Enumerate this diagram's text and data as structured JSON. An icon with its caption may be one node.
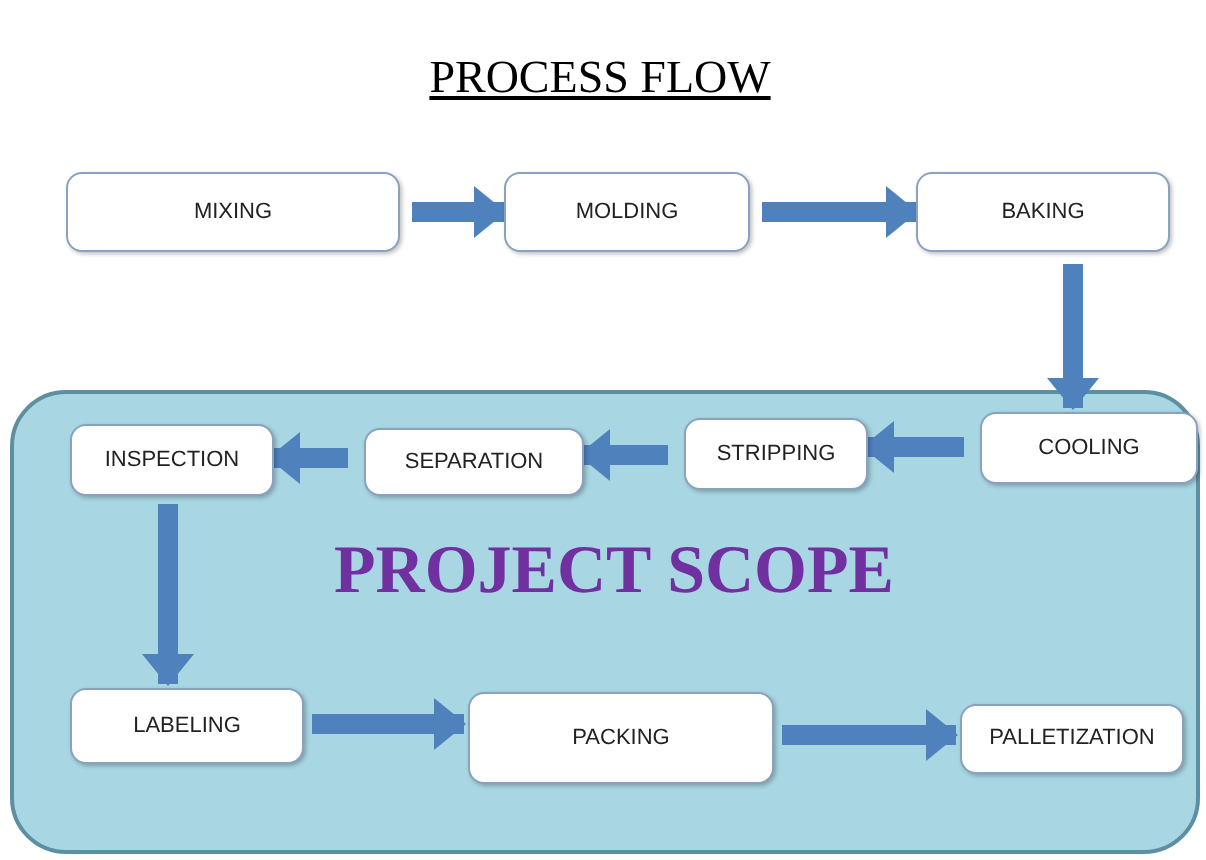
{
  "diagram": {
    "title": "PROCESS FLOW",
    "nodes": [
      {
        "text": [
          "MIXING"
        ]
      },
      {
        "text": [
          "MOLDING"
        ]
      },
      {
        "text": [
          "BAKING"
        ]
      },
      {
        "text": [
          "PROJECT SCOPE"
        ]
      },
      {
        "text": [
          "COOLING"
        ],
        "in": 3
      },
      {
        "text": [
          "STRIPPING"
        ],
        "in": 3
      },
      {
        "text": [
          "SEPARATION"
        ],
        "in": 3
      },
      {
        "text": [
          "INSPECTION"
        ],
        "in": 3
      },
      {
        "text": [
          "LABELING"
        ],
        "in": 3
      },
      {
        "text": [
          "PACKING"
        ],
        "in": 3
      },
      {
        "text": [
          "PALLETIZATION"
        ],
        "in": 3
      }
    ],
    "edges": [
      {
        "from": 0,
        "to": 1,
        "arrow": "to"
      },
      {
        "from": 1,
        "to": 2,
        "arrow": "to"
      },
      {
        "from": 2,
        "to": 4,
        "arrow": "to"
      },
      {
        "from": 4,
        "to": 5,
        "arrow": "to"
      },
      {
        "from": 5,
        "to": 6,
        "arrow": "to"
      },
      {
        "from": 6,
        "to": 7,
        "arrow": "to"
      },
      {
        "from": 7,
        "to": 8,
        "arrow": "to"
      },
      {
        "from": 8,
        "to": 9,
        "arrow": "to"
      },
      {
        "from": 9,
        "to": 10,
        "arrow": "to"
      }
    ]
  }
}
